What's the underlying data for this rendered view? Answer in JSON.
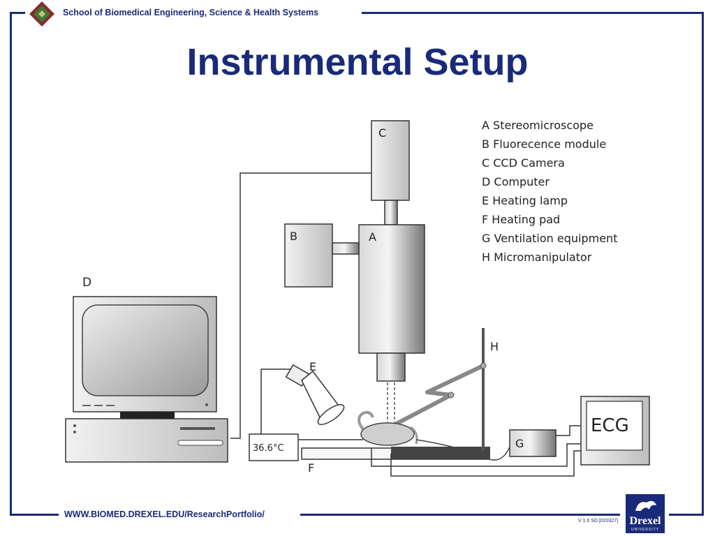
{
  "header": {
    "school": "School of Biomedical Engineering, Science & Health Systems"
  },
  "slide": {
    "title": "Instrumental Setup"
  },
  "legend": [
    {
      "text": "A Stereomicroscope"
    },
    {
      "text": "B Fluorecence module"
    },
    {
      "text": "C CCD Camera"
    },
    {
      "text": "D Computer"
    },
    {
      "text": "E Heating lamp"
    },
    {
      "text": "F Heating pad"
    },
    {
      "text": "G Ventilation equipment"
    },
    {
      "text": "H Micromanipulator"
    }
  ],
  "diagram": {
    "label_a": "A",
    "label_b": "B",
    "label_c": "C",
    "label_d": "D",
    "label_e": "E",
    "label_f": "F",
    "label_g": "G",
    "label_h": "H",
    "temperature": "36.6°C",
    "ecg": "ECG"
  },
  "footer": {
    "url": "WWW.BIOMED.DREXEL.EDU/ResearchPortfolio/",
    "version": "V 1.0 SD [020327]",
    "logo_word": "Drexel",
    "logo_sub": "UNIVERSITY"
  }
}
